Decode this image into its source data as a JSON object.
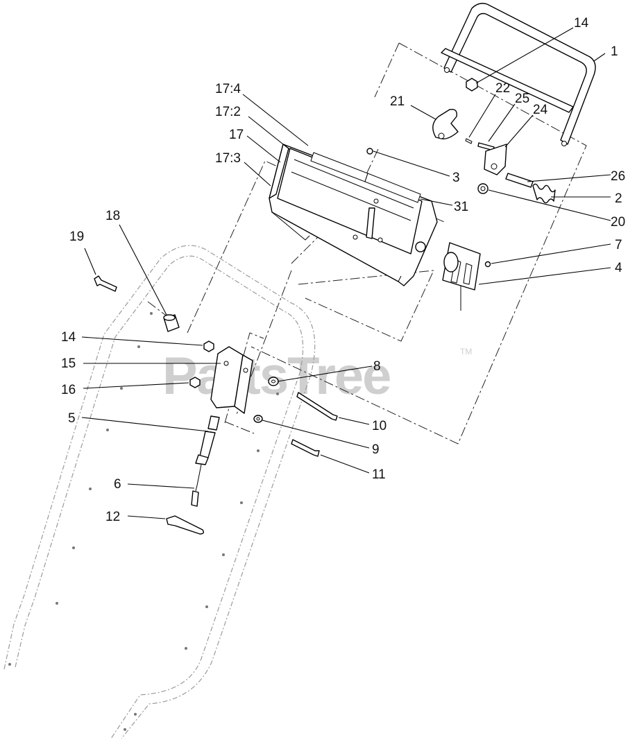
{
  "watermark": {
    "text": "PartsTree",
    "trademark": "TM"
  },
  "callouts": [
    {
      "id": "c14a",
      "label": "14"
    },
    {
      "id": "c1",
      "label": "1"
    },
    {
      "id": "c17_4",
      "label": "17:4"
    },
    {
      "id": "c22",
      "label": "22"
    },
    {
      "id": "c25",
      "label": "25"
    },
    {
      "id": "c21",
      "label": "21"
    },
    {
      "id": "c24",
      "label": "24"
    },
    {
      "id": "c17_2",
      "label": "17:2"
    },
    {
      "id": "c17",
      "label": "17"
    },
    {
      "id": "c17_3",
      "label": "17:3"
    },
    {
      "id": "c3",
      "label": "3"
    },
    {
      "id": "c26",
      "label": "26"
    },
    {
      "id": "c2",
      "label": "2"
    },
    {
      "id": "c31",
      "label": "31"
    },
    {
      "id": "c20",
      "label": "20"
    },
    {
      "id": "c18",
      "label": "18"
    },
    {
      "id": "c19",
      "label": "19"
    },
    {
      "id": "c7",
      "label": "7"
    },
    {
      "id": "c4",
      "label": "4"
    },
    {
      "id": "c14b",
      "label": "14"
    },
    {
      "id": "c15",
      "label": "15"
    },
    {
      "id": "c8",
      "label": "8"
    },
    {
      "id": "c16",
      "label": "16"
    },
    {
      "id": "c5",
      "label": "5"
    },
    {
      "id": "c10",
      "label": "10"
    },
    {
      "id": "c9",
      "label": "9"
    },
    {
      "id": "c11",
      "label": "11"
    },
    {
      "id": "c6",
      "label": "6"
    },
    {
      "id": "c12",
      "label": "12"
    }
  ]
}
